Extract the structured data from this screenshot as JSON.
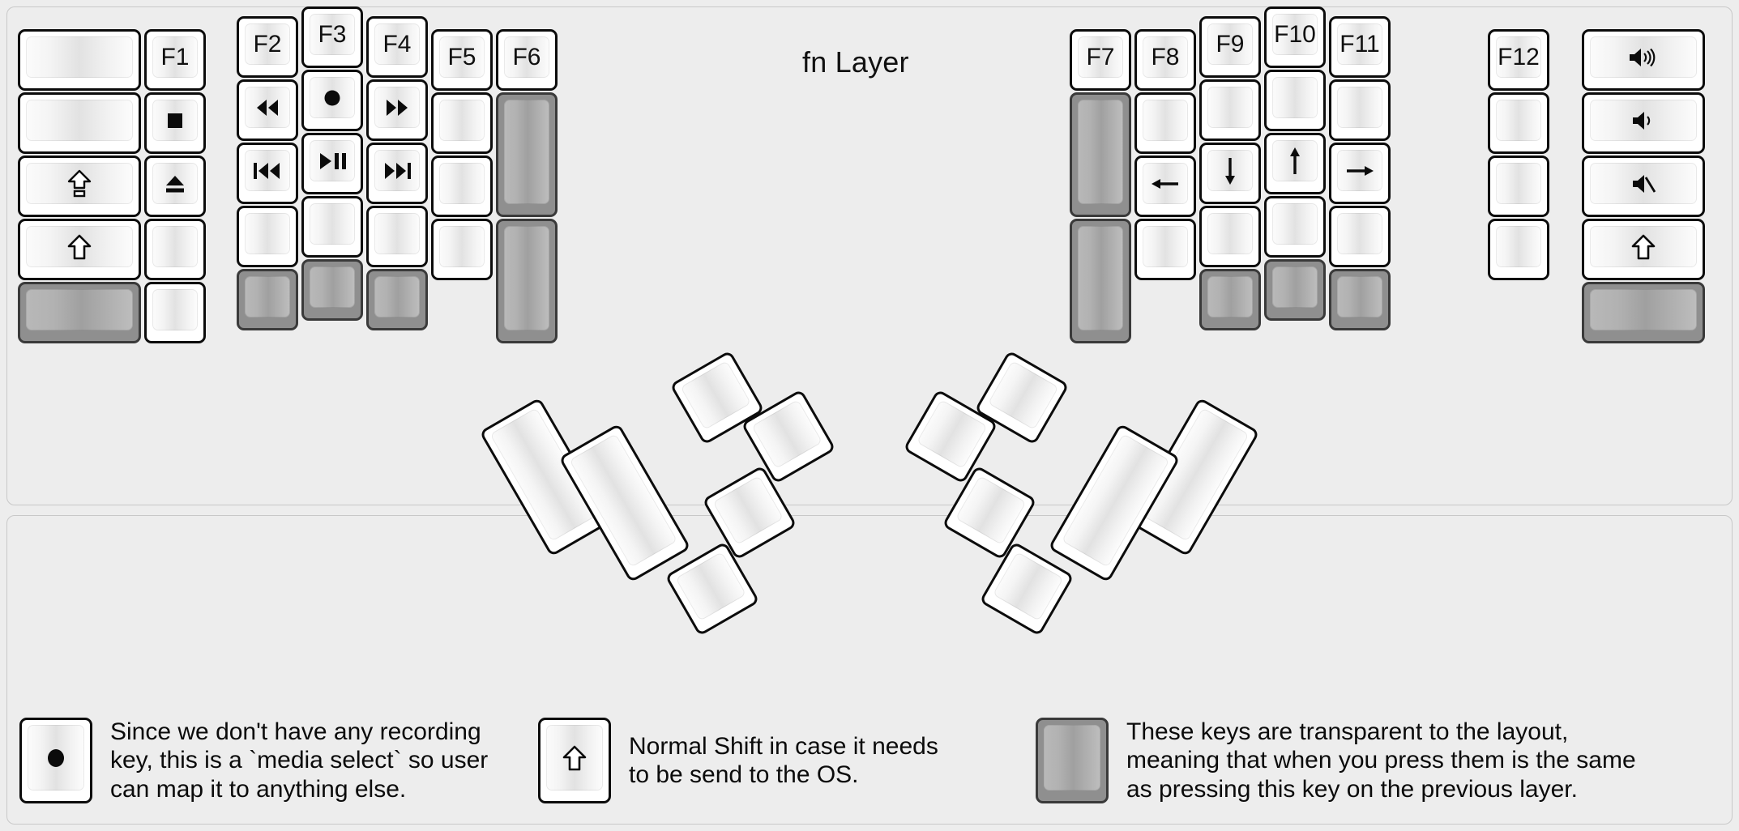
{
  "title": "fn Layer",
  "colors": {
    "background": "#ededed",
    "key_border": "#0c0c0c",
    "key_face_light": "#fcfcfc",
    "key_face_mid": "#e2e2e2",
    "transparent_key": "#8f8f8f",
    "text": "#111111"
  },
  "legend": {
    "items": [
      {
        "key_icon": "record-circle-icon",
        "key_state": "normal",
        "text": "Since we don't have any recording\nkey, this is a `media select` so user\ncan map it to anything else."
      },
      {
        "key_icon": "shift-arrow-icon",
        "key_state": "normal",
        "text": "Normal Shift in case it needs\nto be send to the OS."
      },
      {
        "key_icon": "blank-icon",
        "key_state": "transparent",
        "text": "These keys are transparent to the layout,\nmeaning that when you press them is the same\nas pressing this key on the previous layer."
      }
    ]
  },
  "keyboard": {
    "left_half": {
      "columns": [
        {
          "name": "col-pinky-outer",
          "keys": [
            {
              "label": "",
              "icon": "",
              "state": "normal"
            },
            {
              "label": "",
              "icon": "",
              "state": "normal"
            },
            {
              "label": "",
              "icon": "caps-lock-icon",
              "state": "normal"
            },
            {
              "label": "",
              "icon": "shift-arrow-icon",
              "state": "normal"
            },
            {
              "label": "",
              "icon": "",
              "state": "transparent"
            }
          ]
        },
        {
          "name": "col-pinky",
          "keys": [
            {
              "label": "F1",
              "icon": "",
              "state": "normal"
            },
            {
              "label": "",
              "icon": "media-stop-icon",
              "state": "normal"
            },
            {
              "label": "",
              "icon": "media-eject-icon",
              "state": "normal"
            },
            {
              "label": "",
              "icon": "",
              "state": "normal"
            },
            {
              "label": "",
              "icon": "",
              "state": "normal"
            }
          ]
        },
        {
          "name": "col-ring",
          "keys": [
            {
              "label": "F2",
              "icon": "",
              "state": "normal"
            },
            {
              "label": "",
              "icon": "media-rewind-icon",
              "state": "normal"
            },
            {
              "label": "",
              "icon": "media-previous-icon",
              "state": "normal"
            },
            {
              "label": "",
              "icon": "",
              "state": "normal"
            },
            {
              "label": "",
              "icon": "",
              "state": "transparent"
            }
          ]
        },
        {
          "name": "col-middle",
          "keys": [
            {
              "label": "F3",
              "icon": "",
              "state": "normal"
            },
            {
              "label": "",
              "icon": "media-record-icon",
              "state": "normal"
            },
            {
              "label": "",
              "icon": "media-play-pause-icon",
              "state": "normal"
            },
            {
              "label": "",
              "icon": "",
              "state": "normal"
            },
            {
              "label": "",
              "icon": "",
              "state": "transparent"
            }
          ]
        },
        {
          "name": "col-index",
          "keys": [
            {
              "label": "F4",
              "icon": "",
              "state": "normal"
            },
            {
              "label": "",
              "icon": "media-fast-forward-icon",
              "state": "normal"
            },
            {
              "label": "",
              "icon": "media-next-icon",
              "state": "normal"
            },
            {
              "label": "",
              "icon": "",
              "state": "normal"
            },
            {
              "label": "",
              "icon": "",
              "state": "transparent"
            }
          ]
        },
        {
          "name": "col-inner",
          "keys": [
            {
              "label": "F5",
              "icon": "",
              "state": "normal"
            },
            {
              "label": "",
              "icon": "",
              "state": "normal"
            },
            {
              "label": "",
              "icon": "",
              "state": "normal"
            },
            {
              "label": "",
              "icon": "",
              "state": "normal"
            }
          ]
        },
        {
          "name": "col-innermost",
          "keys": [
            {
              "label": "F6",
              "icon": "",
              "state": "normal"
            },
            {
              "label": "",
              "icon": "",
              "state": "transparent"
            },
            {
              "label": "",
              "icon": "",
              "state": "transparent"
            }
          ]
        }
      ],
      "thumb_cluster": [
        {
          "name": "thumb-left-big-1",
          "icon": "",
          "state": "normal"
        },
        {
          "name": "thumb-left-big-2",
          "icon": "",
          "state": "normal"
        },
        {
          "name": "thumb-left-top",
          "icon": "",
          "state": "normal"
        },
        {
          "name": "thumb-left-upper-right",
          "icon": "",
          "state": "normal"
        },
        {
          "name": "thumb-left-mid-right",
          "icon": "",
          "state": "normal"
        },
        {
          "name": "thumb-left-low-right",
          "icon": "",
          "state": "normal"
        }
      ]
    },
    "right_half": {
      "columns": [
        {
          "name": "col-innermost",
          "keys": [
            {
              "label": "F7",
              "icon": "",
              "state": "normal"
            },
            {
              "label": "",
              "icon": "",
              "state": "transparent"
            },
            {
              "label": "",
              "icon": "",
              "state": "transparent"
            }
          ]
        },
        {
          "name": "col-inner",
          "keys": [
            {
              "label": "F8",
              "icon": "",
              "state": "normal"
            },
            {
              "label": "",
              "icon": "",
              "state": "normal"
            },
            {
              "label": "",
              "icon": "arrow-left-icon",
              "state": "normal"
            },
            {
              "label": "",
              "icon": "",
              "state": "normal"
            }
          ]
        },
        {
          "name": "col-index",
          "keys": [
            {
              "label": "F9",
              "icon": "",
              "state": "normal"
            },
            {
              "label": "",
              "icon": "",
              "state": "normal"
            },
            {
              "label": "",
              "icon": "arrow-down-icon",
              "state": "normal"
            },
            {
              "label": "",
              "icon": "",
              "state": "normal"
            },
            {
              "label": "",
              "icon": "",
              "state": "transparent"
            }
          ]
        },
        {
          "name": "col-middle",
          "keys": [
            {
              "label": "F10",
              "icon": "",
              "state": "normal"
            },
            {
              "label": "",
              "icon": "",
              "state": "normal"
            },
            {
              "label": "",
              "icon": "arrow-up-icon",
              "state": "normal"
            },
            {
              "label": "",
              "icon": "",
              "state": "normal"
            },
            {
              "label": "",
              "icon": "",
              "state": "transparent"
            }
          ]
        },
        {
          "name": "col-ring",
          "keys": [
            {
              "label": "F11",
              "icon": "",
              "state": "normal"
            },
            {
              "label": "",
              "icon": "",
              "state": "normal"
            },
            {
              "label": "",
              "icon": "arrow-right-icon",
              "state": "normal"
            },
            {
              "label": "",
              "icon": "",
              "state": "normal"
            },
            {
              "label": "",
              "icon": "",
              "state": "transparent"
            }
          ]
        },
        {
          "name": "col-pinky",
          "keys": [
            {
              "label": "F12",
              "icon": "",
              "state": "normal"
            },
            {
              "label": "",
              "icon": "",
              "state": "normal"
            },
            {
              "label": "",
              "icon": "",
              "state": "normal"
            },
            {
              "label": "",
              "icon": "",
              "state": "normal"
            }
          ]
        },
        {
          "name": "col-pinky-outer",
          "keys": [
            {
              "label": "",
              "icon": "volume-up-icon",
              "state": "normal"
            },
            {
              "label": "",
              "icon": "volume-down-icon",
              "state": "normal"
            },
            {
              "label": "",
              "icon": "volume-mute-icon",
              "state": "normal"
            },
            {
              "label": "",
              "icon": "shift-arrow-icon",
              "state": "normal"
            },
            {
              "label": "",
              "icon": "",
              "state": "transparent"
            }
          ]
        }
      ],
      "thumb_cluster": [
        {
          "name": "thumb-right-big-1",
          "icon": "",
          "state": "normal"
        },
        {
          "name": "thumb-right-big-2",
          "icon": "",
          "state": "normal"
        },
        {
          "name": "thumb-right-top",
          "icon": "",
          "state": "normal"
        },
        {
          "name": "thumb-right-upper-left",
          "icon": "",
          "state": "normal"
        },
        {
          "name": "thumb-right-mid-left",
          "icon": "",
          "state": "normal"
        },
        {
          "name": "thumb-right-low-left",
          "icon": "",
          "state": "normal"
        }
      ]
    }
  }
}
